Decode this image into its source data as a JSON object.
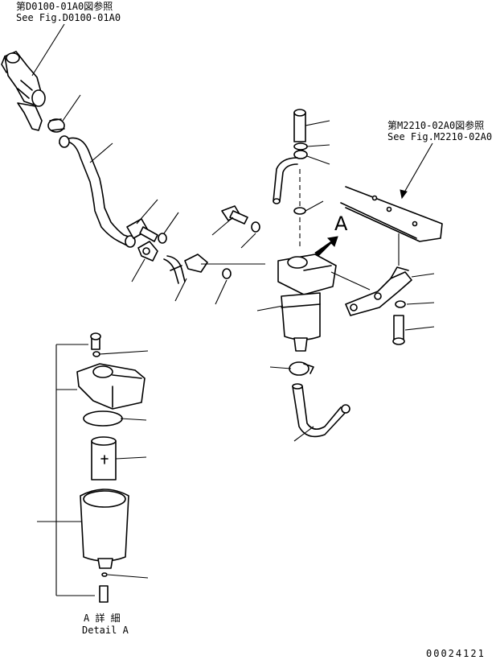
{
  "references": {
    "top_left_jp": "第D0100-01A0図参照",
    "top_left_en": "See Fig.D0100-01A0",
    "right_jp": "第M2210-02A0図参照",
    "right_en": "See Fig.M2210-02A0"
  },
  "view_marker": "A",
  "detail": {
    "jp": "A 詳 細",
    "en": "Detail A"
  },
  "drawing_number": "00024121"
}
